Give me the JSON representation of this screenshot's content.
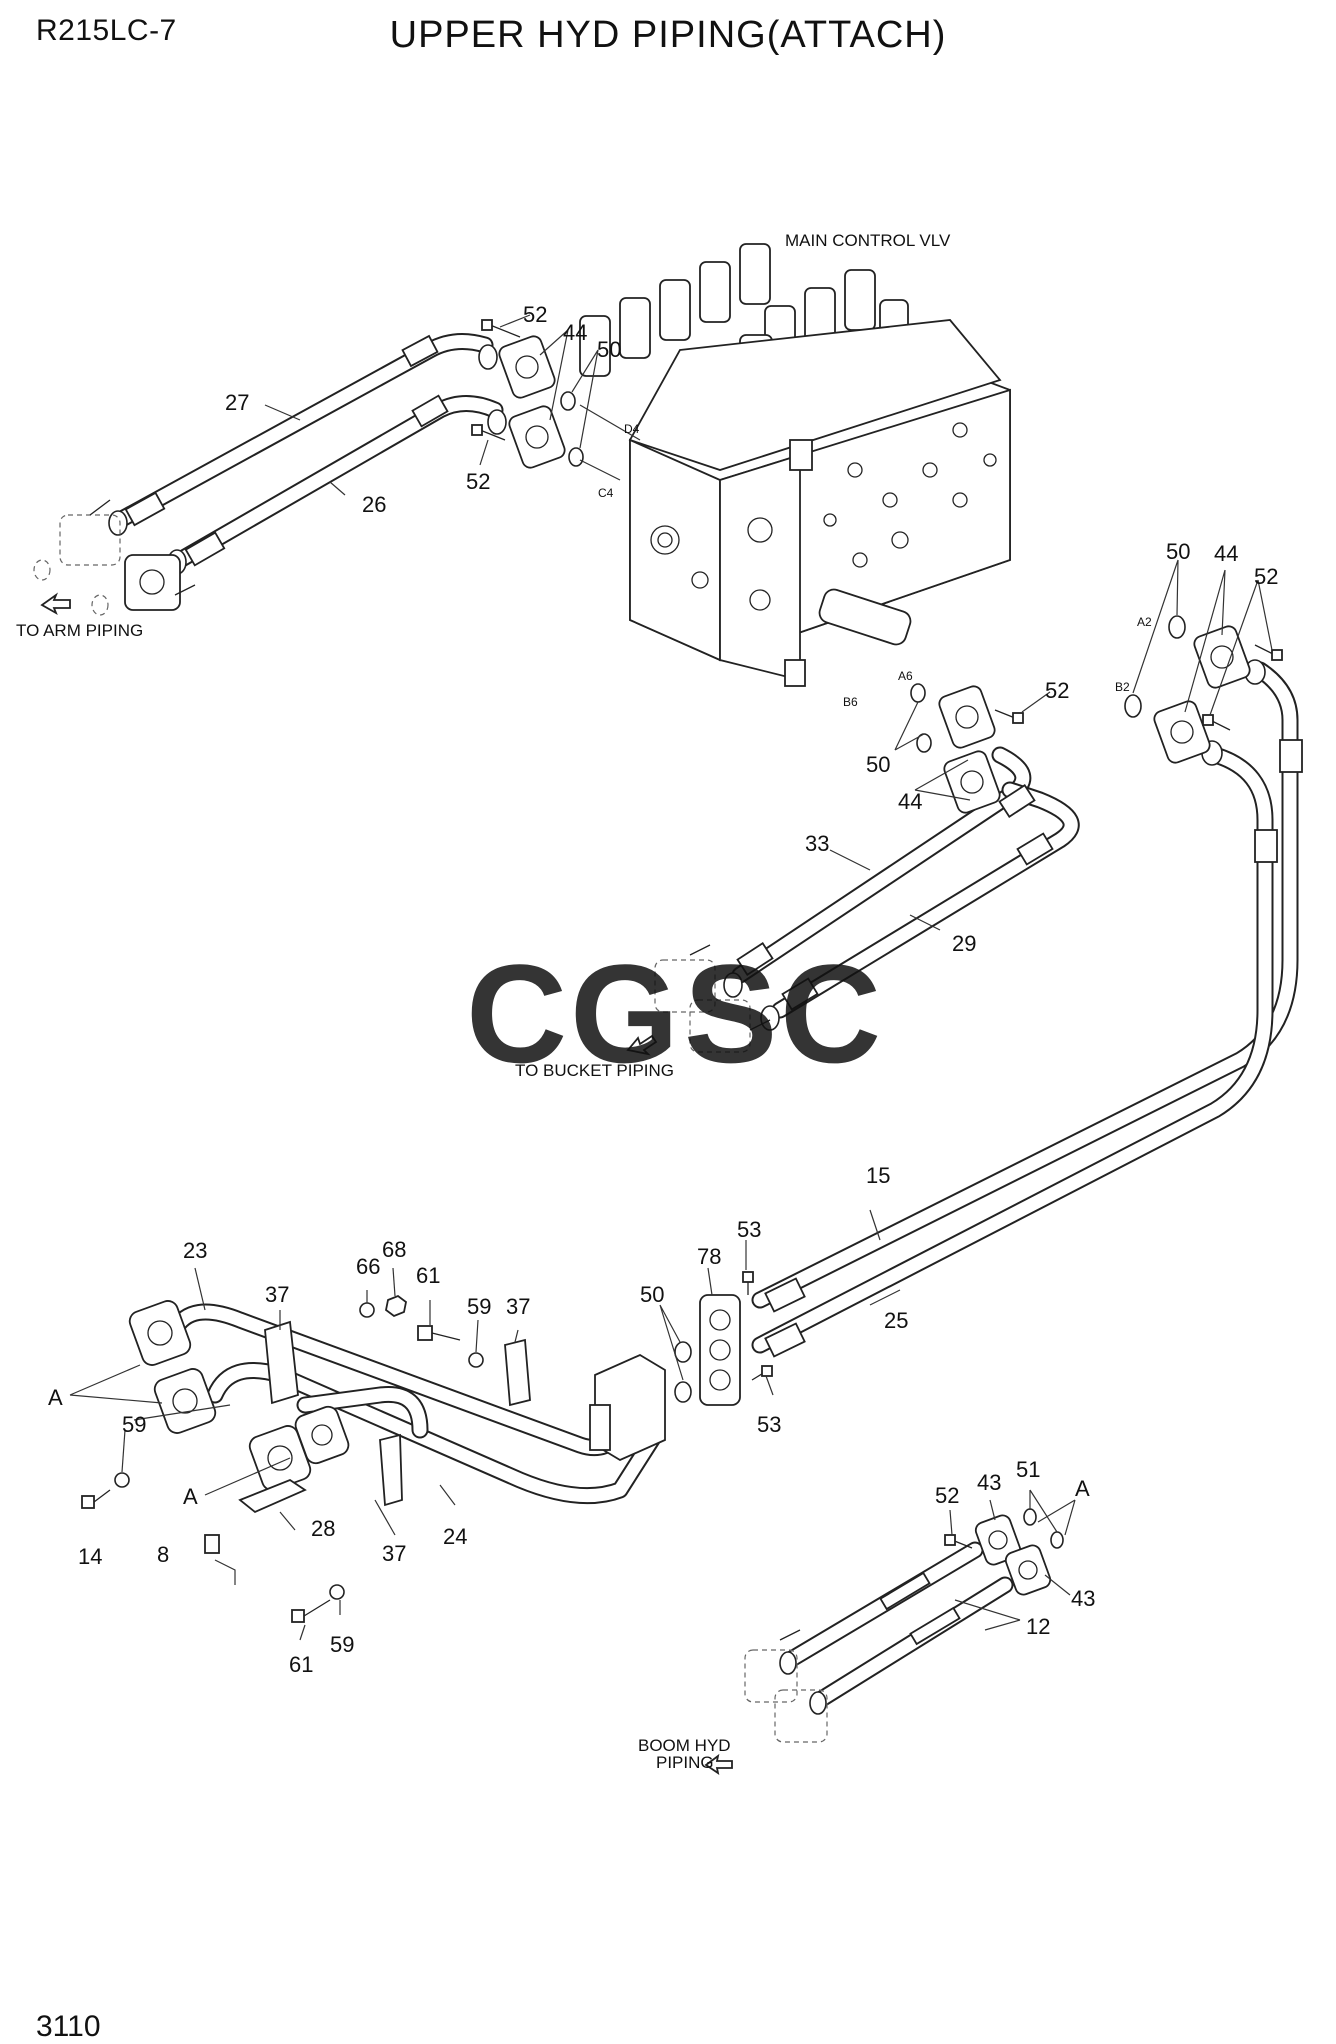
{
  "header": {
    "model": "R215LC-7",
    "title": "UPPER HYD PIPING(ATTACH)"
  },
  "footer": {
    "page_number": "3110"
  },
  "labels": {
    "main_control_valve": "MAIN CONTROL VLV",
    "to_arm_piping": "TO ARM PIPING",
    "to_bucket_piping": "TO BUCKET PIPING",
    "boom_hyd_piping_line1": "BOOM HYD",
    "boom_hyd_piping_line2": "PIPING",
    "view_ref": "A"
  },
  "ports": {
    "d4": "D4",
    "c4": "C4",
    "a2": "A2",
    "b2": "B2",
    "a6": "A6",
    "b6": "B6"
  },
  "part_numbers": {
    "p52_top": "52",
    "p44_top": "44",
    "p50_top": "50",
    "p27": "27",
    "p52_mid": "52",
    "p26": "26",
    "p50_right": "50",
    "p44_right": "44",
    "p52_right": "52",
    "p52_mid2": "52",
    "p50_mid": "50",
    "p44_mid": "44",
    "p33": "33",
    "p29": "29",
    "p15": "15",
    "p25": "25",
    "p53_top": "53",
    "p78": "78",
    "p50_low": "50",
    "p53_bot": "53",
    "p23": "23",
    "p37_a": "37",
    "p66": "66",
    "p68": "68",
    "p61_a": "61",
    "p59_a": "59",
    "p37_b": "37",
    "p59_b": "59",
    "p14": "14",
    "p8": "8",
    "p28": "28",
    "p24": "24",
    "p37_c": "37",
    "p61_b": "61",
    "p59_c": "59",
    "p52_br": "52",
    "p43_a": "43",
    "p51": "51",
    "p43_b": "43",
    "p12": "12"
  },
  "watermark": {
    "letters": [
      "C",
      "G",
      "S",
      "C"
    ],
    "colors": [
      "#4a86e8",
      "#e06666",
      "#f1c232",
      "#6aa84f"
    ]
  }
}
